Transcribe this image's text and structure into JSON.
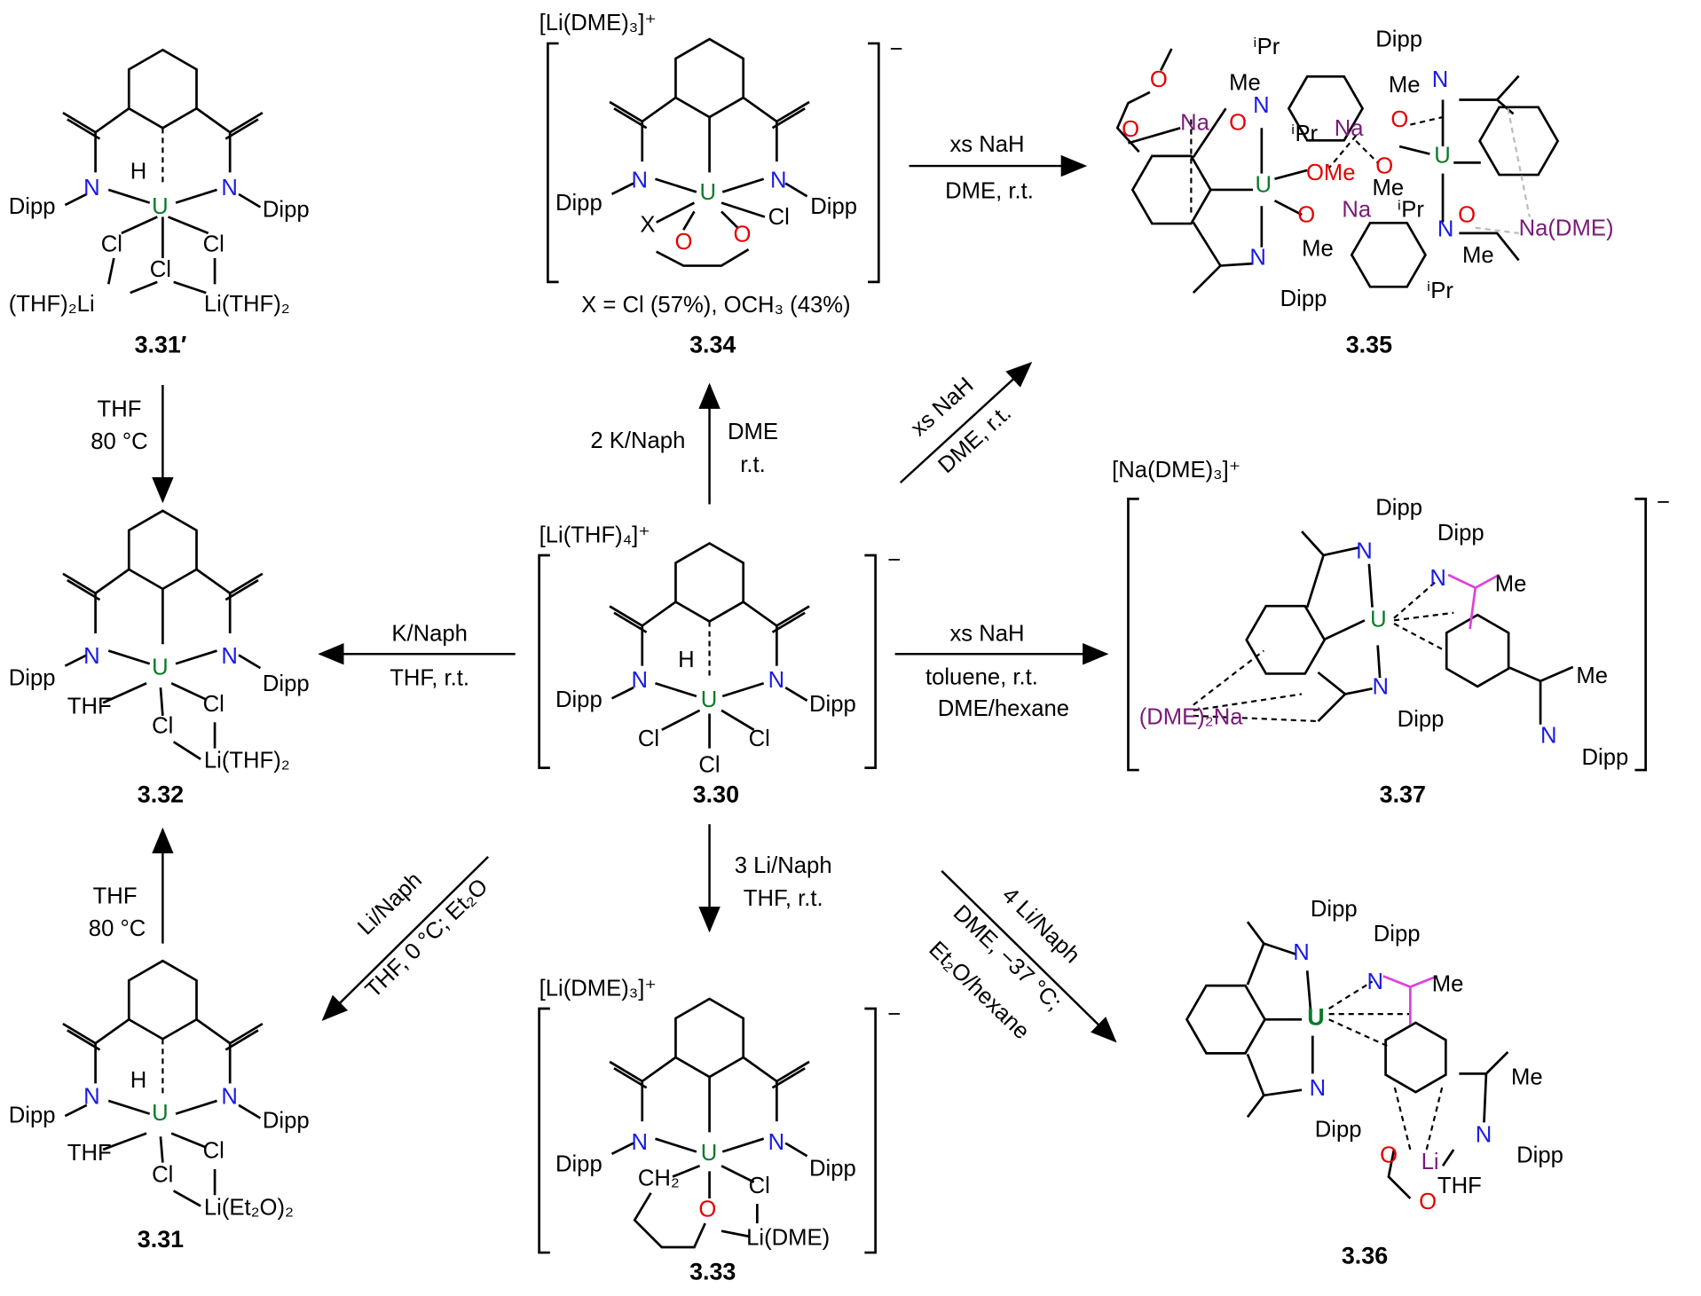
{
  "compounds": {
    "c331p": {
      "id": "3.31′",
      "atoms": [
        "H",
        "N",
        "N",
        "Dipp",
        "Dipp",
        "U",
        "Cl",
        "Cl",
        "Cl",
        "(THF)₂Li",
        "Li(THF)₂"
      ]
    },
    "c334": {
      "id": "3.34",
      "cation": "[Li(DME)₃]⁺",
      "charge": "−",
      "atoms": [
        "N",
        "N",
        "Dipp",
        "Dipp",
        "U",
        "X",
        "Cl",
        "O",
        "O"
      ],
      "note": "X = Cl (57%), OCH₃ (43%)"
    },
    "c335": {
      "id": "3.35",
      "atoms": [
        "Na",
        "O",
        "O",
        "O",
        "Me",
        "N",
        "ⁱPr",
        "ⁱPr",
        "Na",
        "O",
        "O",
        "Dipp",
        "Me",
        "N",
        "U",
        "U",
        "OMe",
        "Me",
        "Na",
        "O",
        "ⁱPr",
        "N",
        "O",
        "Na(DME)",
        "Me",
        "Me",
        "N",
        "Dipp",
        "ⁱPr"
      ]
    },
    "c332": {
      "id": "3.32",
      "atoms": [
        "N",
        "N",
        "Dipp",
        "Dipp",
        "U",
        "THF",
        "Cl",
        "Cl",
        "Li(THF)₂"
      ]
    },
    "c330": {
      "id": "3.30",
      "cation": "[Li(THF)₄]⁺",
      "charge": "−",
      "atoms": [
        "H",
        "N",
        "N",
        "Dipp",
        "Dipp",
        "U",
        "Cl",
        "Cl",
        "Cl"
      ]
    },
    "c337": {
      "id": "3.37",
      "cation": "[Na(DME)₃]⁺",
      "charge": "−",
      "atoms": [
        "Dipp",
        "N",
        "Dipp",
        "N",
        "Me",
        "U",
        "N",
        "Dipp",
        "(DME)₂Na",
        "Me",
        "N",
        "Dipp"
      ]
    },
    "c331": {
      "id": "3.31",
      "atoms": [
        "H",
        "N",
        "N",
        "Dipp",
        "Dipp",
        "U",
        "THF",
        "Cl",
        "Cl",
        "Li(Et₂O)₂"
      ]
    },
    "c333": {
      "id": "3.33",
      "cation": "[Li(DME)₃]⁺",
      "charge": "−",
      "atoms": [
        "N",
        "N",
        "Dipp",
        "Dipp",
        "U",
        "CH₂",
        "Cl",
        "O",
        "Li(DME)"
      ]
    },
    "c336": {
      "id": "3.36",
      "atoms": [
        "Dipp",
        "N",
        "Dipp",
        "N",
        "Me",
        "U",
        "N",
        "Dipp",
        "Me",
        "N",
        "Dipp",
        "O",
        "Li",
        "THF",
        "O"
      ]
    }
  },
  "arrows": {
    "a1": [
      "THF",
      "80 °C"
    ],
    "a2": [
      "THF",
      "80 °C"
    ],
    "a3": [
      "K/Naph",
      "THF, r.t."
    ],
    "a4": [
      "2 K/Naph",
      "DME",
      "r.t."
    ],
    "a5": [
      "xs NaH",
      "toluene, r.t.",
      "DME/hexane"
    ],
    "a6": [
      "3 Li/Naph",
      "THF, r.t."
    ],
    "a7": [
      "xs NaH",
      "DME, r.t."
    ],
    "a8": [
      "xs NaH",
      "DME, r.t."
    ],
    "a9": [
      "Li/Naph",
      "THF, 0 °C; Et₂O"
    ],
    "a10": [
      "4 Li/Naph",
      "DME, −37 °C;",
      "Et₂O/hexane"
    ]
  },
  "colors": {
    "nitrogen": "#1a1ae6",
    "uranium": "#0a7a2a",
    "alkali": "#7a1a7a",
    "oxygen": "#e60000",
    "highlight": "#e040e0"
  }
}
